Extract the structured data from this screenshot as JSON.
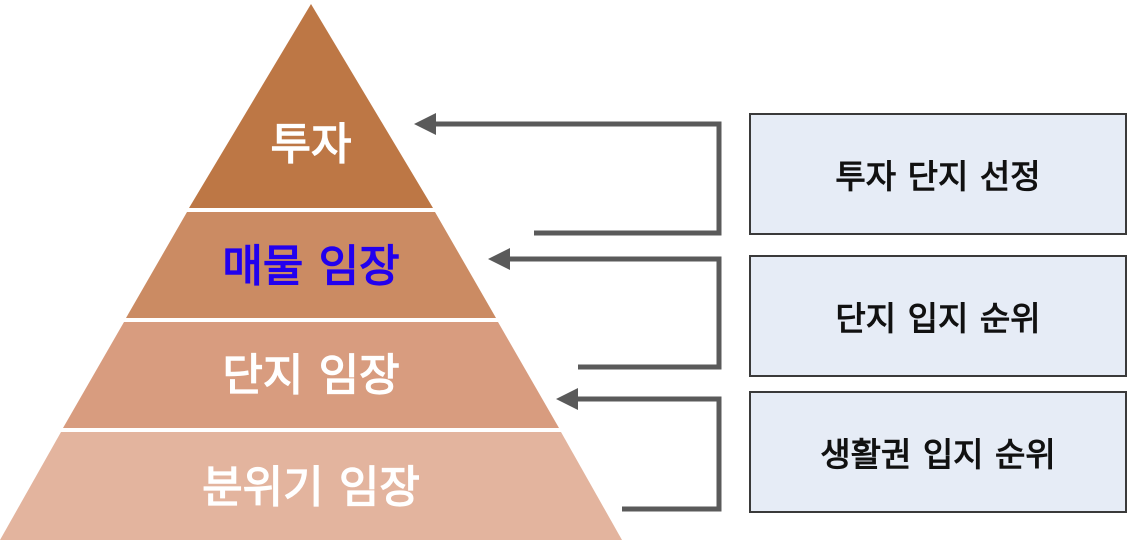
{
  "pyramid": {
    "tiers": [
      {
        "label": "투자",
        "fill": "#bd7745",
        "text_color": "#ffffff"
      },
      {
        "label": "매물 임장",
        "fill": "#cb8b63",
        "text_color": "#2200ee"
      },
      {
        "label": "단지 임장",
        "fill": "#d89c7f",
        "text_color": "#ffffff"
      },
      {
        "label": "분위기 임장",
        "fill": "#e3b49e",
        "text_color": "#ffffff"
      }
    ]
  },
  "steps": [
    {
      "label": "투자 단지 선정"
    },
    {
      "label": "단지 입지 순위"
    },
    {
      "label": "생활권 입지 순위"
    }
  ],
  "colors": {
    "box_fill": "#e6ecf6",
    "box_border": "#3a3a3a",
    "arrow": "#5a5a5a"
  }
}
